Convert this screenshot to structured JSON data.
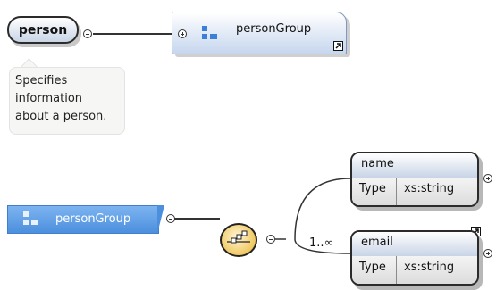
{
  "person": {
    "name": "person",
    "annotation_lines": [
      "Specifies",
      "information",
      "about a person."
    ]
  },
  "group_ref": {
    "name": "personGroup"
  },
  "group_def": {
    "name": "personGroup"
  },
  "sequence": {
    "occurrence": "1..∞"
  },
  "elements": [
    {
      "name": "name",
      "type_key": "Type",
      "type_value": "xs:string"
    },
    {
      "name": "email",
      "type_key": "Type",
      "type_value": "xs:string"
    }
  ],
  "icons": {
    "group": "group-icon",
    "collapse": "minus-circle-icon",
    "expand": "plus-circle-icon",
    "reference": "shortcut-arrow-icon",
    "sequence": "sequence-icon"
  }
}
